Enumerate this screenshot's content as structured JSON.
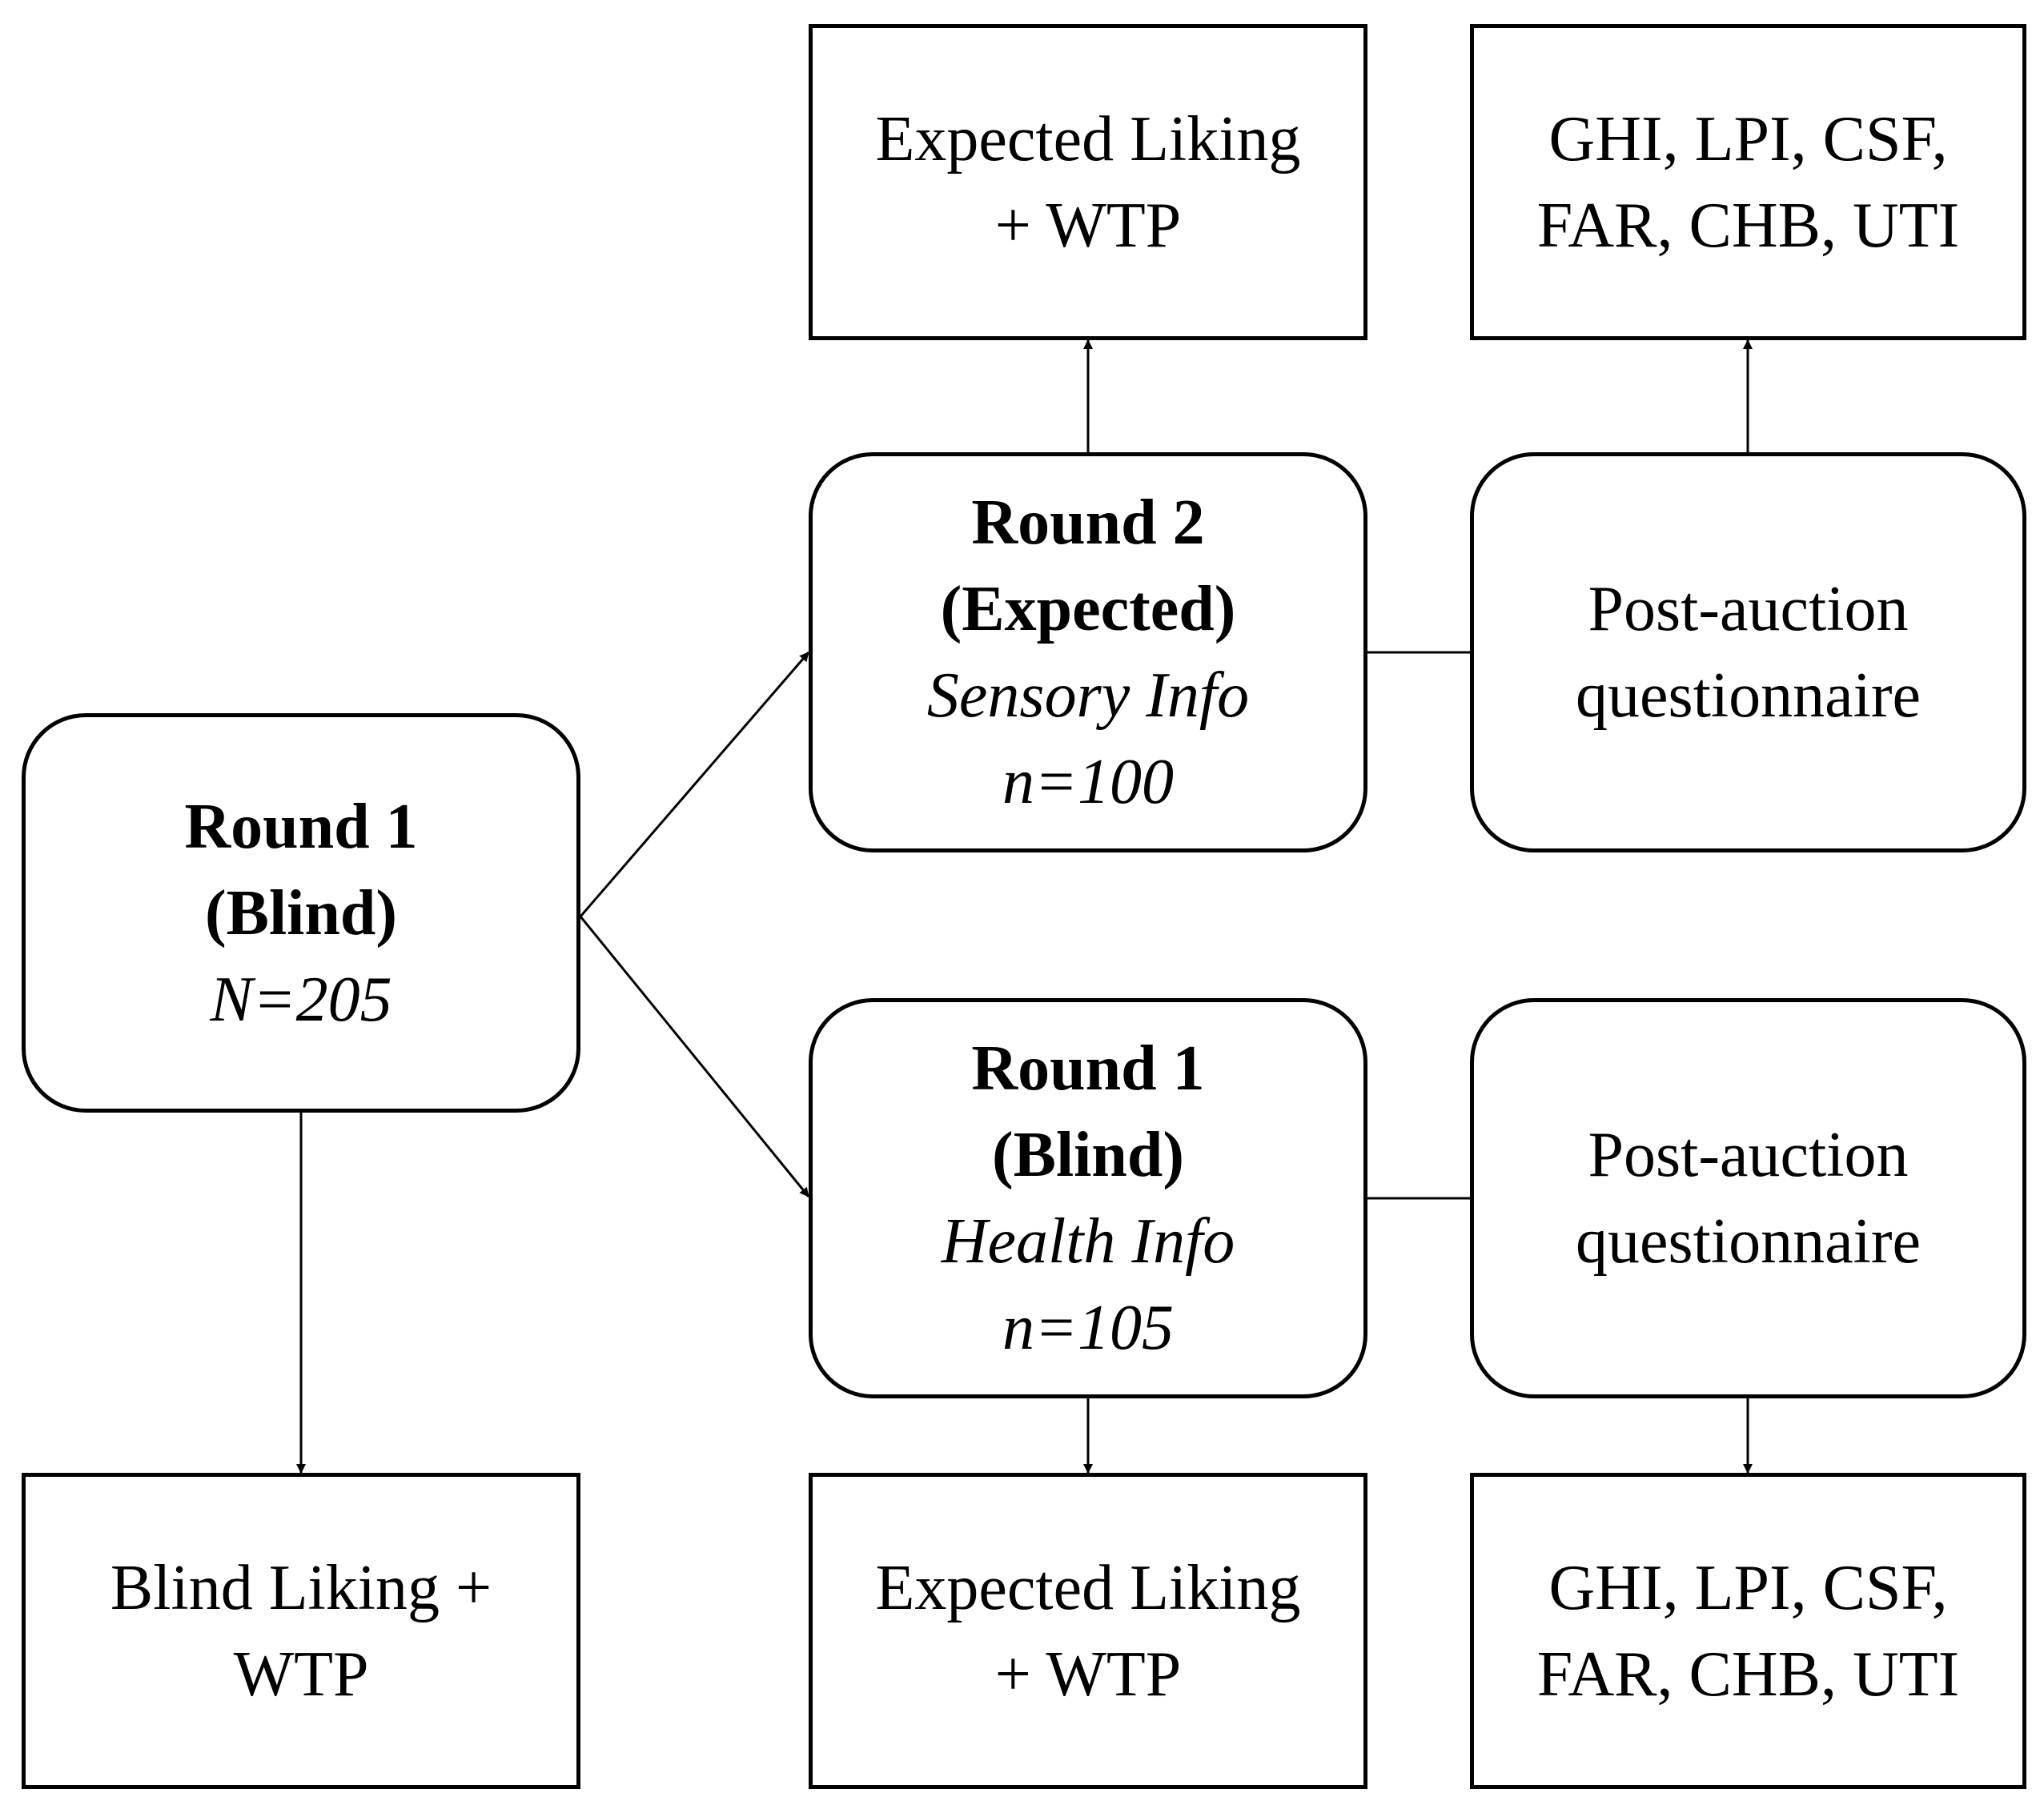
{
  "nodes": {
    "round1_main": {
      "line1": "Round 1",
      "line2": "(Blind)",
      "line3": "N=205"
    },
    "round2_sensory": {
      "line1": "Round 2",
      "line2": "(Expected)",
      "line3": "Sensory Info",
      "line4": "n=100"
    },
    "round1_health": {
      "line1": "Round 1",
      "line2": "(Blind)",
      "line3": "Health Info",
      "line4": "n=105"
    },
    "post_top": {
      "line1": "Post-auction",
      "line2": "questionnaire"
    },
    "post_bottom": {
      "line1": "Post-auction",
      "line2": "questionnaire"
    },
    "expected_top": {
      "line1": "Expected Liking",
      "line2": "+ WTP"
    },
    "measures_top": {
      "line1": "GHI, LPI, CSF,",
      "line2": "FAR, CHB, UTI"
    },
    "blind_liking": {
      "line1": "Blind Liking +",
      "line2": "WTP"
    },
    "expected_bottom": {
      "line1": "Expected Liking",
      "line2": "+ WTP"
    },
    "measures_bottom": {
      "line1": "GHI, LPI, CSF,",
      "line2": "FAR, CHB, UTI"
    }
  }
}
